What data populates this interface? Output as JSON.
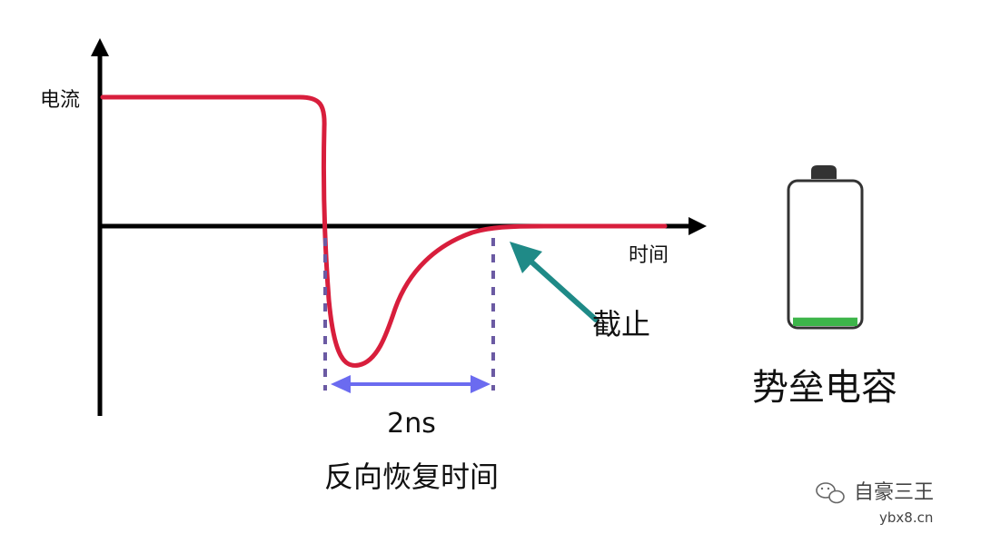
{
  "labels": {
    "y_axis": "电流",
    "x_axis": "时间",
    "cutoff": "截止",
    "duration": "2ns",
    "recovery": "反向恢复时间",
    "capacitor": "势垒电容"
  },
  "watermark": {
    "brand": "自豪三王",
    "site": "ybx8.cn",
    "icon": "wechat-icon"
  },
  "colors": {
    "current_curve": "#d81e3c",
    "axis": "#000000",
    "dashed_marker": "#6b5aa3",
    "duration_arrow": "#6b6bf0",
    "cutoff_arrow": "#1f8a87",
    "battery_outline": "#333333",
    "battery_fill": "#3db54a"
  },
  "battery": {
    "charge_level": 0.06
  }
}
